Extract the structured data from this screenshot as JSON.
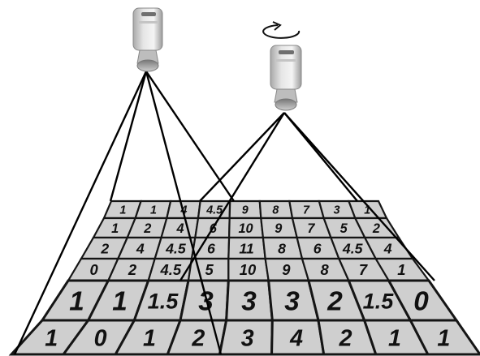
{
  "grid": {
    "rows": [
      [
        "1",
        "1",
        "4",
        "4.5",
        "9",
        "8",
        "7",
        "3",
        "1"
      ],
      [
        "1",
        "2",
        "4",
        "6",
        "10",
        "9",
        "7",
        "5",
        "2"
      ],
      [
        "2",
        "4",
        "4.5",
        "6",
        "11",
        "8",
        "6",
        "4.5",
        "4"
      ],
      [
        "0",
        "2",
        "4.5",
        "5",
        "10",
        "9",
        "8",
        "7",
        "1"
      ],
      [
        "1",
        "1",
        "1.5",
        "3",
        "3",
        "3",
        "2",
        "1.5",
        "0"
      ],
      [
        "1",
        "0",
        "1",
        "2",
        "3",
        "4",
        "2",
        "1",
        "1"
      ]
    ]
  },
  "sensors": [
    {
      "name": "fixed-sensor"
    },
    {
      "name": "rotating-sensor",
      "rotation_indicator": "rotate-arrow-icon"
    }
  ],
  "colors": {
    "cell_fill": "#cfcfcf",
    "cell_stroke": "#151515",
    "sensor_body": "#d9d9d9",
    "frustum_line": "#000000"
  }
}
